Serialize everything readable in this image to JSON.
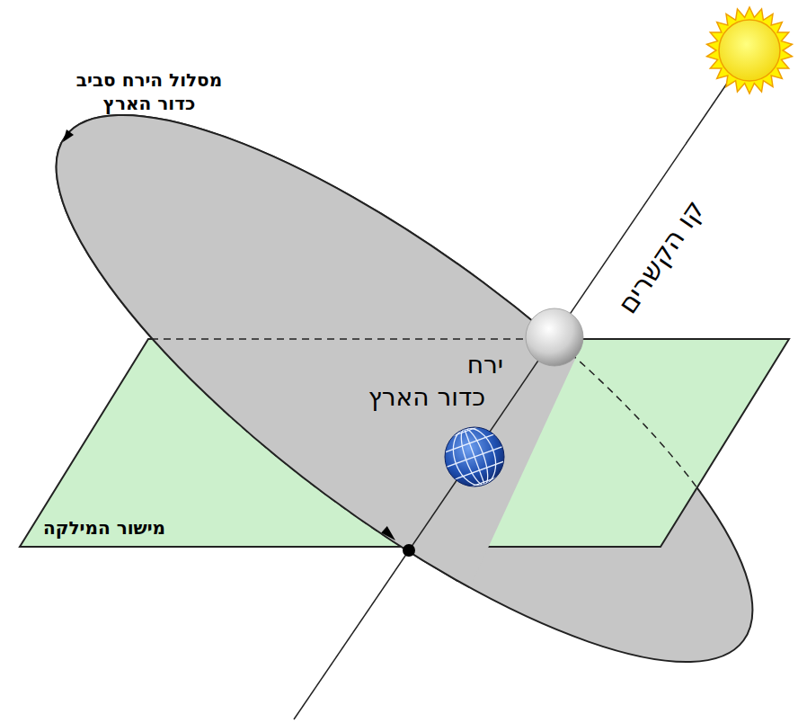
{
  "diagram": {
    "labels": [
      "מסלול הירח סביב כדור הארץ",
      "קו הקשרים",
      "ירח",
      "כדור הארץ",
      "מישור המילקה"
    ]
  }
}
